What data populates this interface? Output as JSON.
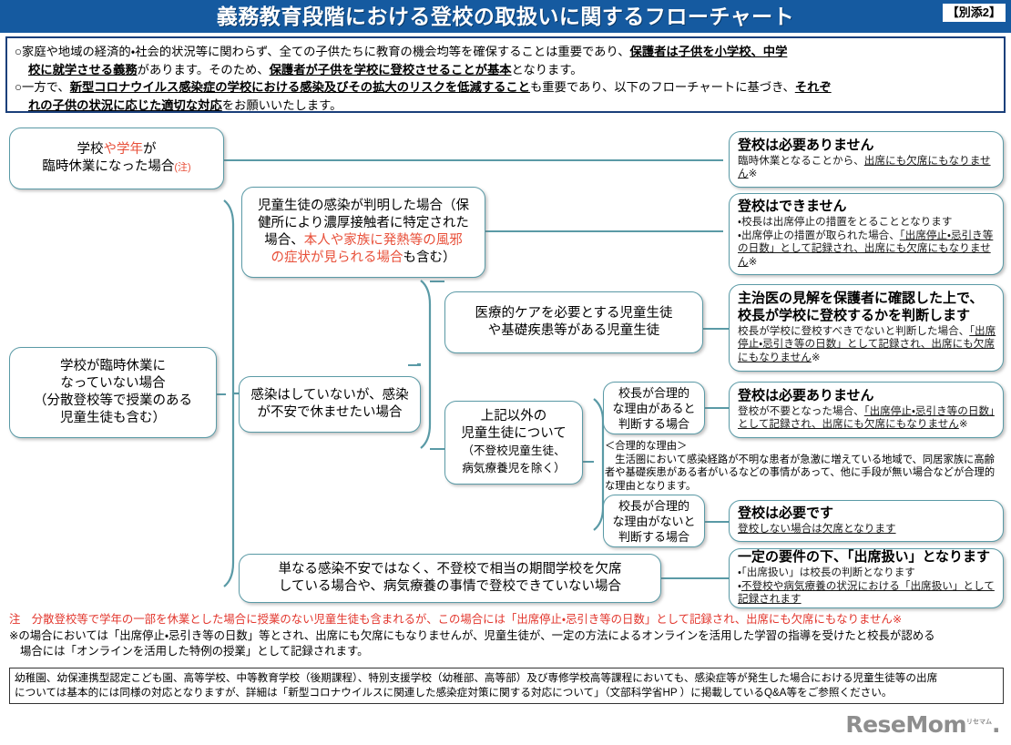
{
  "header": {
    "title": "義務教育段階における登校の取扱いに関するフローチャート",
    "badge": "【別添2】",
    "bar_color": "#155aa0"
  },
  "intro": {
    "line1_a": "○家庭や地域の経済的・社会的状況等に関わらず、全ての子供たちに教育の機会均等を確保することは重要であり、",
    "line1_b": "保護者は子供を小学校、中学",
    "line2_a": "校に就学させる義務",
    "line2_b": "があります。そのため、",
    "line2_c": "保護者が子供を学校に登校させることが基本",
    "line2_d": "となります。",
    "line3_a": "○一方で、",
    "line3_b": "新型コロナウイルス感染症の学校における感染及びその拡大のリスクを低減すること",
    "line3_c": "も重要であり、以下のフローチャートに基づき、",
    "line3_d": "それぞ",
    "line4_a": "れの子供の状況に応じた適切な対応",
    "line4_b": "をお願いいたします。"
  },
  "nodes": {
    "q_closure": {
      "line1_a": "学校",
      "line1_red": "や学年",
      "line1_b": "が",
      "line2": "臨時休業になった場合",
      "line2_note": "(注)"
    },
    "q_no_closure": {
      "line1": "学校が臨時休業に",
      "line2": "なっていない場合",
      "line3_red": "（分散登校等で授業のある",
      "line4_red": "児童生徒も含む）"
    },
    "q_infected": {
      "line1": "児童生徒の感染が判明した場合（保",
      "line2": "健所により濃厚接触者に特定された",
      "line3_a": "場合、",
      "line3_red": "本人や家族に発熱等の風邪",
      "line4_red": "の症状が見られる場合",
      "line4_b": "も含む）"
    },
    "q_anxiety": {
      "line1": "感染はしていないが、感染",
      "line2": "が不安で休ませたい場合"
    },
    "q_medical": {
      "line1": "医療的ケアを必要とする児童生徒",
      "line2": "や基礎疾患等がある児童生徒"
    },
    "q_others": {
      "line1": "上記以外の",
      "line2": "児童生徒について",
      "line3": "（不登校児童生徒、",
      "line4": "病気療養児を除く）"
    },
    "q_reason_yes": {
      "line1": "校長が合理的",
      "line2": "な理由があると",
      "line3": "判断する場合"
    },
    "q_reason_no": {
      "line1": "校長が合理的",
      "line2": "な理由がないと",
      "line3": "判断する場合"
    },
    "q_futoukou": {
      "line1": "単なる感染不安ではなく、不登校で相当の期間学校を欠席",
      "line2": "している場合や、病気療養の事情で登校できていない場合"
    }
  },
  "answers": {
    "a_closure": {
      "head": "登校は必要ありません",
      "body_a": "臨時休業となることから、",
      "body_u": "出席にも欠席にもなりません",
      "body_mark": "※"
    },
    "a_infected": {
      "head": "登校はできません",
      "l1": "・校長は出席停止の措置をとることとなります",
      "l2_a": "・出席停止の措置が取られた場合、",
      "l2_u": "「出席停止・忌引き等の日数」として記録され、出席にも欠席にもなりません",
      "l2_mark": "※"
    },
    "a_medical": {
      "head_l1": "主治医の見解を保護者に確認した上で、",
      "head_l2": "校長が学校に登校するかを判断します",
      "body_a": "校長が学校に登校すべきでないと判断した場合、",
      "body_u": "「出席停止・忌引き等の日数」として記録され、出席にも欠席にもなりません",
      "body_mark": "※"
    },
    "a_reason_yes": {
      "head": "登校は必要ありません",
      "body_a": "登校が不要となった場合、",
      "body_u": "「出席停止・忌引き等の日数」として記録され、出席にも欠席にもなりません",
      "body_mark": "※"
    },
    "a_reason_no": {
      "head": "登校は必要です",
      "body_u": "登校しない場合は欠席となります"
    },
    "a_futoukou": {
      "head": "一定の要件の下、「出席扱い」となります",
      "l1": "・「出席扱い」は校長の判断となります",
      "l2_a": "・",
      "l2_u": "不登校や病気療養の状況における「出席扱い」として記録されます"
    }
  },
  "reason_note": {
    "title": "＜合理的な理由＞",
    "line1": "　生活圏において感染経路が不明な患者が急激に増えている地域で、同居家族に高齢",
    "line2": "者や基礎疾患がある者がいるなどの事情があって、他に手段が無い場合などが合理的",
    "line3": "な理由となります。"
  },
  "bottom_notes": {
    "red_note": "注　分散登校等で学年の一部を休業とした場合に授業のない児童生徒も含まれるが、この場合には「出席停止・忌引き等の日数」として記録され、出席にも欠席にもなりません※",
    "kome_line1": "※の場合においては「出席停止・忌引き等の日数」等とされ、出席にも欠席にもなりませんが、児童生徒が、一定の方法によるオンラインを活用した学習の指導を受けたと校長が認める",
    "kome_line2": "場合には「オンラインを活用した特例の授業」として記録されます。",
    "boxed_line1": "幼稚園、幼保連携型認定こども園、高等学校、中等教育学校（後期課程）、特別支援学校（幼稚部、高等部）及び専修学校高等課程においても、感染症等が発生した場合における児童生徒等の出席",
    "boxed_line2": "については基本的には同様の対応となりますが、詳細は「新型コロナウイルスに関連した感染症対策に関する対応について」（文部科学省HP ）に掲載しているQ&A等をご参照ください。"
  },
  "logo": {
    "text": "ReseMom",
    "tm": "リセマム",
    "dot": "."
  }
}
